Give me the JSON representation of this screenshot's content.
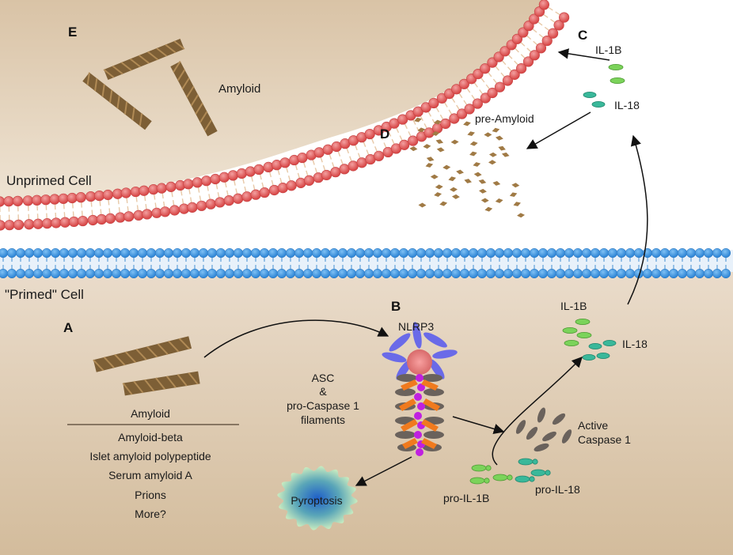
{
  "panels": {
    "a": "A",
    "b": "B",
    "c": "C",
    "d": "D",
    "e": "E"
  },
  "regions": {
    "unprimed_cell": "Unprimed Cell",
    "primed_cell": "\"Primed\" Cell"
  },
  "labels": {
    "amyloid_top": "Amyloid",
    "pre_amyloid": "pre-Amyloid",
    "il1b_top": "IL-1B",
    "il18_top": "IL-18",
    "nlrp3": "NLRP3",
    "asc_line1": "ASC",
    "asc_line2": "&",
    "asc_line3": "pro-Caspase 1",
    "asc_line4": "filaments",
    "il1b_mid": "IL-1B",
    "il18_mid": "IL-18",
    "active_caspase_line1": "Active",
    "active_caspase_line2": "Caspase 1",
    "pro_il1b": "pro-IL-1B",
    "pro_il18": "pro-IL-18",
    "pyroptosis": "Pyroptosis"
  },
  "amyloid_list": {
    "heading": "Amyloid",
    "items": [
      "Amyloid-beta",
      "Islet amyloid polypeptide",
      "Serum amyloid A",
      "Prions",
      "More?"
    ]
  },
  "colors": {
    "cytoplasm": "#dcc8ae",
    "extracellular": "#f6f6f6",
    "red_membrane": "#e05a5a",
    "blue_membrane": "#3a8fd8",
    "amyloid_fibril": "#8a6a3e",
    "cytokine_green": "#7bd35a",
    "cytokine_teal": "#3ab89a",
    "caspase_gray": "#6a625c",
    "asc_orange": "#f07a1e",
    "caspase_purple": "#c020e0",
    "nlrp3_blue": "#6a6ae8",
    "pyroptosis_core": "#2a68c8",
    "pyroptosis_edge": "#a8d8a0"
  }
}
